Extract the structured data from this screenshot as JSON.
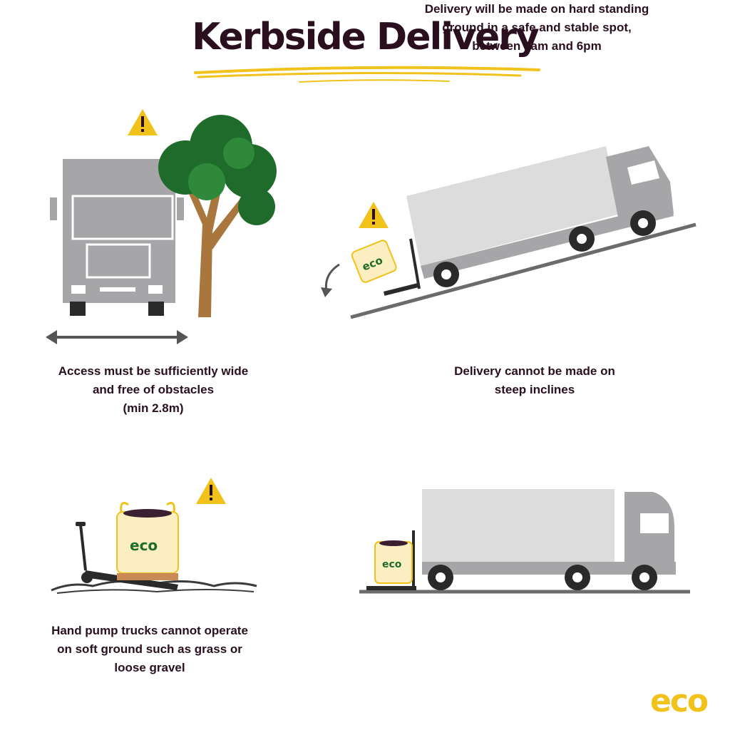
{
  "header": {
    "title": "Kerbside Delivery"
  },
  "panels": [
    {
      "caption_lines": [
        "Access must be sufficiently wide",
        "and free of obstacles",
        "(min 2.8m)"
      ]
    },
    {
      "caption_lines": [
        "Delivery cannot be made on",
        "steep inclines"
      ]
    },
    {
      "caption_lines": [
        "Hand pump trucks cannot operate",
        "on soft ground such as grass or",
        "loose gravel"
      ]
    },
    {
      "caption_lines": [
        "Delivery will be made on hard standing",
        "ground in a safe and stable spot,",
        "between 8am and 6pm"
      ]
    }
  ],
  "bag_label": "eco",
  "logo": {
    "text": "eco"
  },
  "colors": {
    "accent_yellow": "#f1c21b",
    "title_plum": "#2a0f1e",
    "truck_grey": "#a6a6a8",
    "box_light_grey": "#dcdcdc",
    "tree_green": "#1f6b2c",
    "tree_trunk": "#a9763e"
  },
  "icons": [
    "warning-icon",
    "arrow-double-icon",
    "curved-arrow-icon",
    "truck-icon",
    "tree-icon",
    "bulk-bag-icon",
    "pallet-truck-icon"
  ]
}
